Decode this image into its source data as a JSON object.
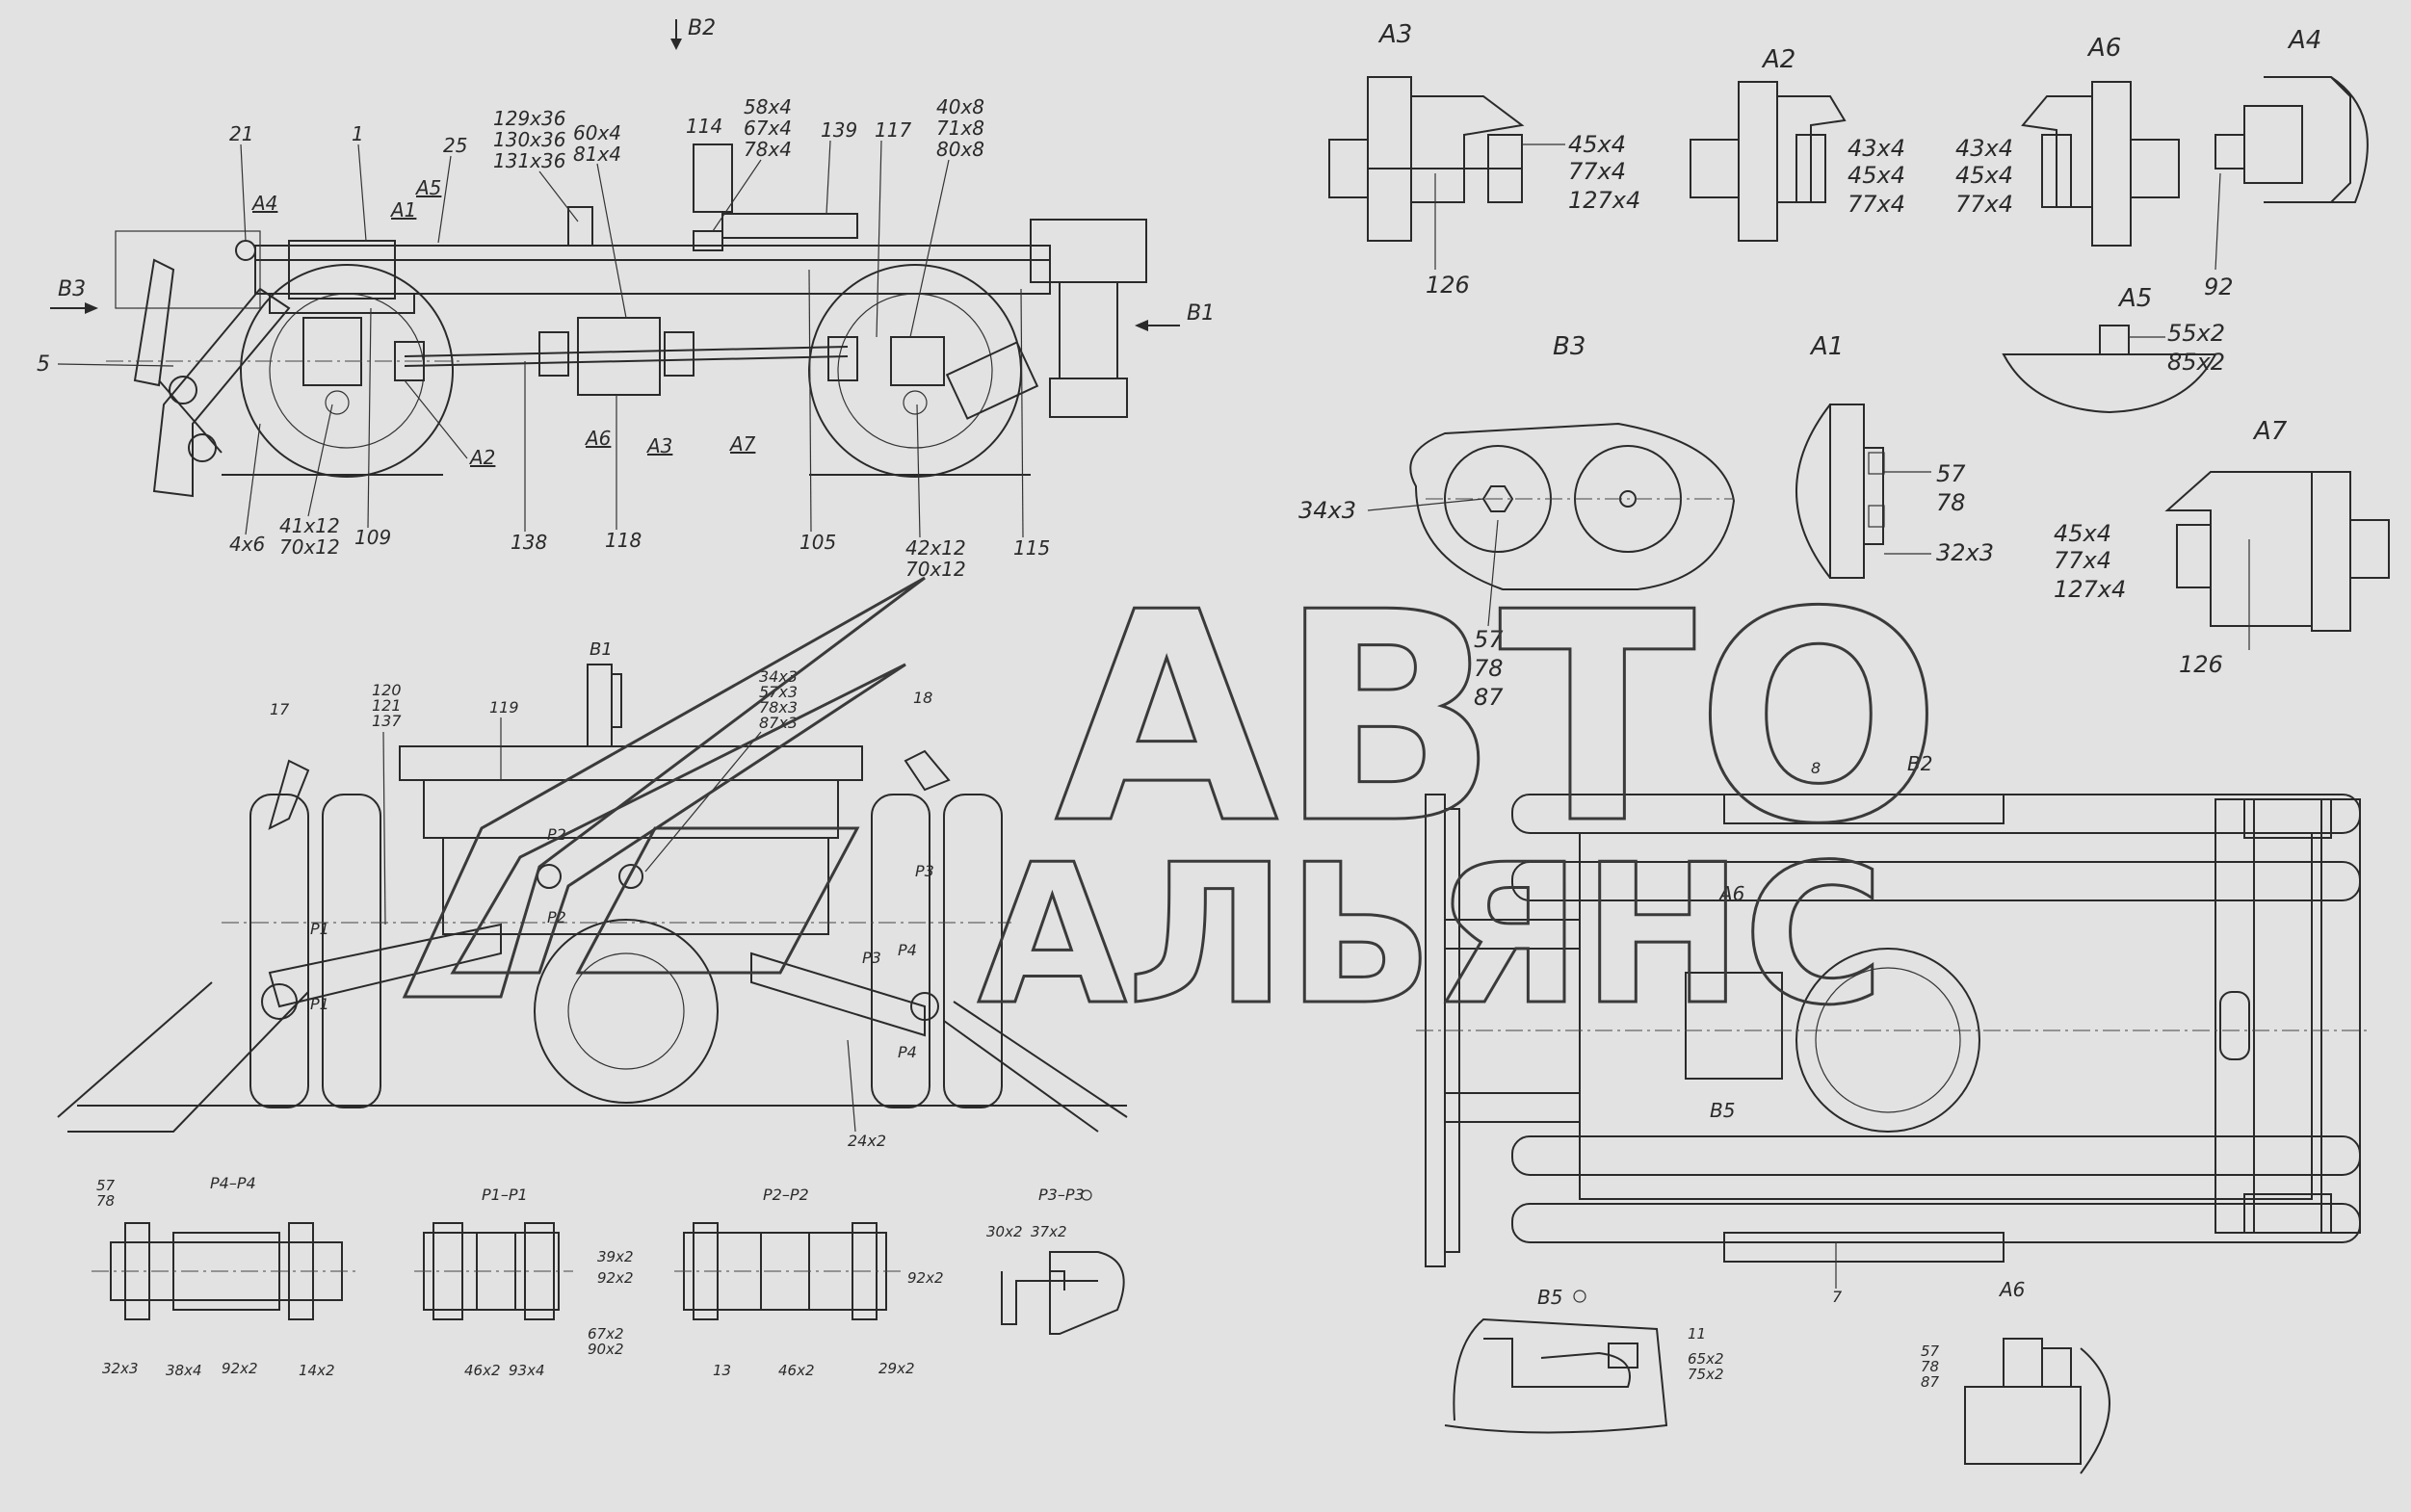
{
  "watermark": {
    "line1": "АВТО",
    "line2": "АЛЬЯНС"
  },
  "side_view": {
    "view_marks": [
      "В2",
      "В3",
      "В1"
    ],
    "callouts": {
      "c21": "21",
      "c1": "1",
      "c25": "25",
      "c5": "5",
      "c129": "129x36",
      "c130": "130x36",
      "c131": "131x36",
      "c60": "60x4",
      "c81": "81x4",
      "c114": "114",
      "c58": "58x4",
      "c67": "67x4",
      "c78": "78x4",
      "c139": "139",
      "c117": "117",
      "c40": "40x8",
      "c71": "71x8",
      "c80": "80x8",
      "c4x6": "4x6",
      "c41": "41x12",
      "c70a": "70x12",
      "c109": "109",
      "c138": "138",
      "c118": "118",
      "c105": "105",
      "c42": "42x12",
      "c70b": "70x12",
      "c115": "115"
    },
    "detail_marks": [
      "А4",
      "А1",
      "А5",
      "А2",
      "А6",
      "А3",
      "А7"
    ]
  },
  "detail_views": {
    "a3": {
      "title": "А3",
      "labels": [
        "45x4",
        "77x4",
        "127x4"
      ],
      "ref": "126"
    },
    "a2": {
      "title": "А2",
      "labels": [
        "43x4",
        "45x4",
        "77x4"
      ]
    },
    "a6": {
      "title": "А6",
      "labels": [
        "43x4",
        "45x4",
        "77x4"
      ]
    },
    "a4": {
      "title": "А4",
      "ref": "92"
    },
    "a5": {
      "title": "А5",
      "labels": [
        "55x2",
        "85x2"
      ]
    },
    "b3": {
      "title": "В3",
      "label_left": "34x3",
      "labels": [
        "57",
        "78",
        "87"
      ]
    },
    "a1": {
      "title": "А1",
      "labels": [
        "57",
        "78"
      ],
      "label_low": "32x3"
    },
    "a7": {
      "title": "А7",
      "labels": [
        "45x4",
        "77x4",
        "127x4"
      ],
      "ref": "126"
    }
  },
  "front_view": {
    "b1": "В1",
    "labels": {
      "c17": "17",
      "c120": "120",
      "c121": "121",
      "c137": "137",
      "c119": "119",
      "c34": "34x3",
      "c57": "57x3",
      "c78": "78x3",
      "c87": "87x3",
      "c18": "18",
      "c24": "24x2"
    },
    "section_marks": [
      "Р1",
      "Р1",
      "Р2",
      "Р2",
      "Р3",
      "Р3",
      "Р4",
      "Р4"
    ]
  },
  "plan_view": {
    "labels": {
      "c8": "8",
      "b2": "В2",
      "a6": "А6",
      "b5": "В5",
      "c7": "7"
    }
  },
  "sections": {
    "p4": {
      "title": "Р4–Р4",
      "labels": [
        "57",
        "78",
        "32x3",
        "38x4",
        "92x2",
        "14x2"
      ]
    },
    "p1": {
      "title": "Р1–Р1",
      "labels": [
        "39x2",
        "92x2",
        "67x2",
        "90x2",
        "46x2",
        "93x4"
      ]
    },
    "p2": {
      "title": "Р2–Р2",
      "labels": [
        "92x2",
        "13",
        "46x2",
        "29x2"
      ]
    },
    "p3": {
      "title": "Р3–Р3",
      "labels": [
        "30x2",
        "37x2"
      ]
    }
  },
  "bottom_details": {
    "b5": {
      "title": "В5",
      "labels": [
        "11",
        "65x2",
        "75x2"
      ]
    },
    "a6": {
      "title": "А6",
      "labels": [
        "57",
        "78",
        "87"
      ]
    }
  }
}
